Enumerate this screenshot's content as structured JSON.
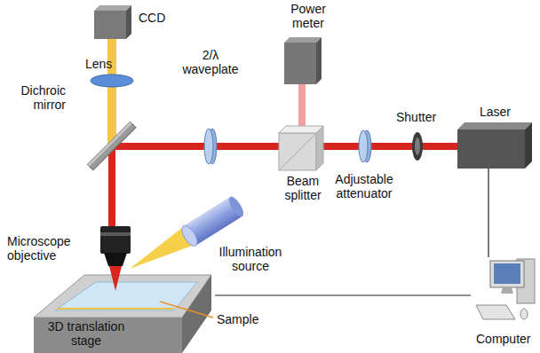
{
  "diagram": {
    "nodes": [
      {
        "text": [
          "CCD"
        ]
      },
      {
        "text": [
          "Power meter"
        ]
      },
      {
        "text": [
          "Beam splitter"
        ]
      },
      {
        "text": [
          "Laser"
        ]
      },
      {
        "text": [
          "3D translation stage"
        ]
      },
      {
        "text": [
          "Computer"
        ]
      }
    ],
    "edges": [
      {
        "from": 3,
        "to": 5,
        "arrow": "none"
      },
      {
        "from": 4,
        "to": 5,
        "arrow": "none"
      }
    ],
    "labels": [
      "Lens",
      "Dichroic mirror",
      "2/λ waveplate",
      "Shutter",
      "Adjustable attenuator",
      "Microscope objective",
      "Illumination source",
      "Sample"
    ]
  }
}
